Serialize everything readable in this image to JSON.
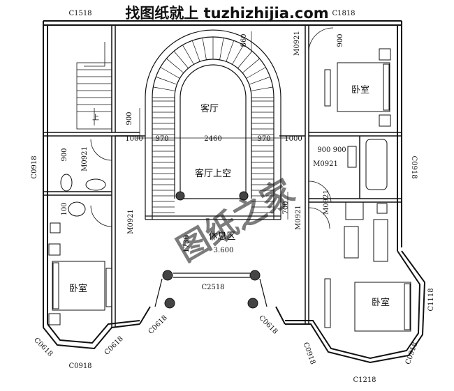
{
  "watermark": {
    "header_text": "找图纸就上 tuzhizhijia.com",
    "header_color": "#e8141e",
    "logo_text": "图纸之家",
    "logo_color": "#e8141e"
  },
  "rooms": {
    "living_room": "客厅",
    "living_void": "客厅上空",
    "landing": "休息区",
    "bedroom_tr": "卧室",
    "bedroom_bl": "卧室",
    "bedroom_br": "卧室",
    "stair_up": "上"
  },
  "elevation": "3.600",
  "windows": {
    "c1518": "C1518",
    "c2518": "C2518",
    "c0918_left": "C0918",
    "c0918_right": "C0918",
    "c0918_bl_bottom": "C0918",
    "c0918_bay_left": "C0918",
    "c0918_bay_right": "C0918",
    "c0618_1": "C0618",
    "c0618_2": "C0618",
    "c0618_3": "C0618",
    "c0618_4": "C0618",
    "c1118": "C1118",
    "c1218": "C1218",
    "c1818": "C1818"
  },
  "doors": {
    "m0921_top": "M0921",
    "m0921_left": "M0921",
    "m0921_left2": "M0921",
    "m0921_mid": "M0921",
    "m0921_right": "M0921",
    "m0921_right2": "M0921"
  },
  "dims": {
    "d860": "860",
    "d900_top": "900",
    "d900_left": "900",
    "d900_lower": "900",
    "d1000_left": "1000",
    "d970_left": "970",
    "d2460": "2460",
    "d970_right": "970",
    "d1000_right": "1000",
    "d900_900": "900 900",
    "d1730": "1730",
    "d700": "700",
    "d100": "100"
  }
}
